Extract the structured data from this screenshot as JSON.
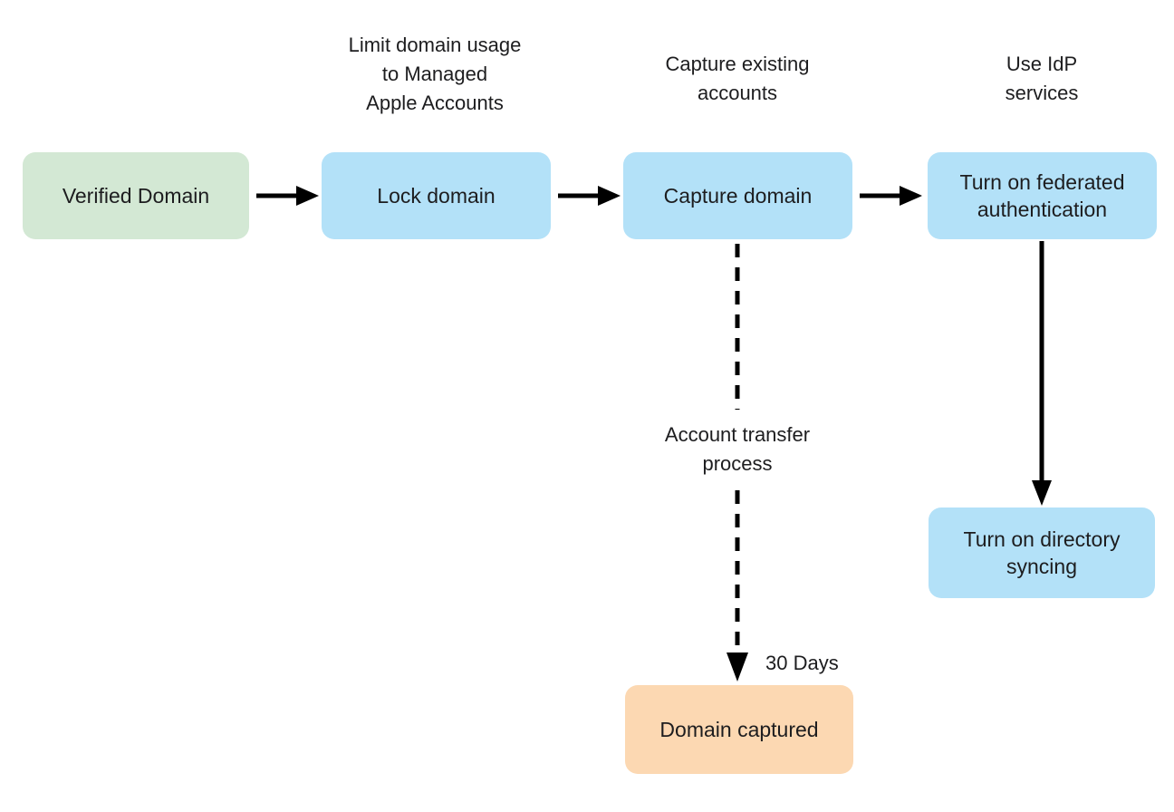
{
  "diagram": {
    "nodes": {
      "verified_domain": {
        "label": "Verified Domain"
      },
      "lock_domain": {
        "label": "Lock domain"
      },
      "capture_domain": {
        "label": "Capture domain"
      },
      "federated_auth": {
        "label": "Turn on federated\nauthentication"
      },
      "directory_syncing": {
        "label": "Turn on directory\nsyncing"
      },
      "domain_captured": {
        "label": "Domain captured"
      }
    },
    "annotations": {
      "lock_domain_note": "Limit domain usage\nto Managed\nApple Accounts",
      "capture_domain_note": "Capture existing\naccounts",
      "idp_note": "Use IdP\nservices",
      "transfer_note": "Account transfer\nprocess",
      "duration_note": "30 Days"
    },
    "colors": {
      "start_box_fill": "#d3e8d4",
      "step_box_fill": "#b3e1f8",
      "result_box_fill": "#fcd8b2",
      "text": "#1d1d1f",
      "arrow": "#000000",
      "background": "#ffffff"
    }
  }
}
